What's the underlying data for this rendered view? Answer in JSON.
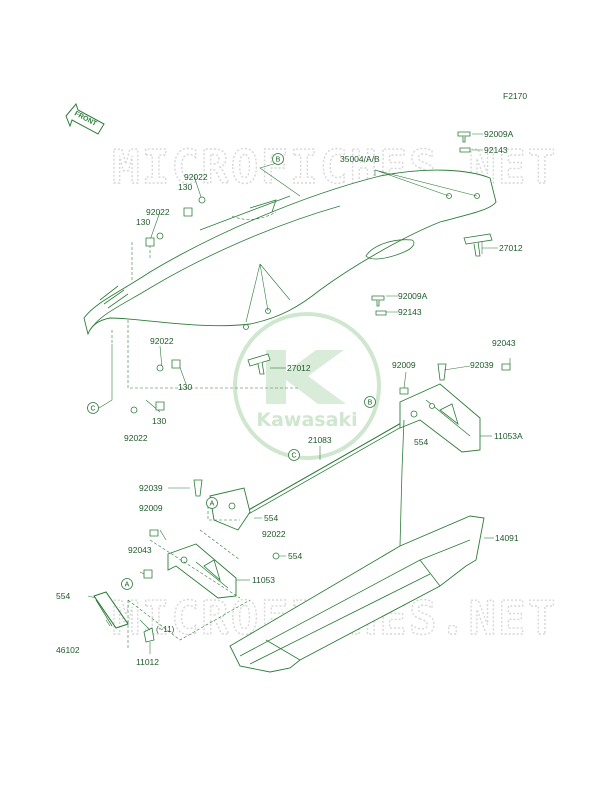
{
  "figure_code": "F2170",
  "front_label": "FRONT",
  "watermark": {
    "text_top": "MICROFICHES.NET",
    "text_bottom": "MICROFICHES.NET"
  },
  "logo": {
    "text": "Kawasaki"
  },
  "callouts": {
    "A": "A",
    "B": "B",
    "C": "C"
  },
  "parts": {
    "p92009A_top": "92009A",
    "p92143_top": "92143",
    "p35004": "35004/A/B",
    "p92022_a": "92022",
    "p130_a": "130",
    "p92022_b": "92022",
    "p130_b": "130",
    "p27012_right": "27012",
    "p92009A_mid": "92009A",
    "p92143_mid": "92143",
    "p92022_c": "92022",
    "p130_c": "130",
    "p27012_center": "27012",
    "p130_d": "130",
    "p92022_d": "92022",
    "p92043_right": "92043",
    "p92009_right": "92009",
    "p92039_right": "92039",
    "p21083": "21083",
    "p554_right": "554",
    "p11053A": "11053A",
    "p92039_left": "92039",
    "p92009_left": "92009",
    "p554_mid": "554",
    "p92022_e": "92022",
    "p554_low": "554",
    "p92043_left": "92043",
    "p11053": "11053",
    "p14091": "14091",
    "p554_left": "554",
    "p46102": "46102",
    "p11012": "11012",
    "range_note": "(~11)"
  }
}
